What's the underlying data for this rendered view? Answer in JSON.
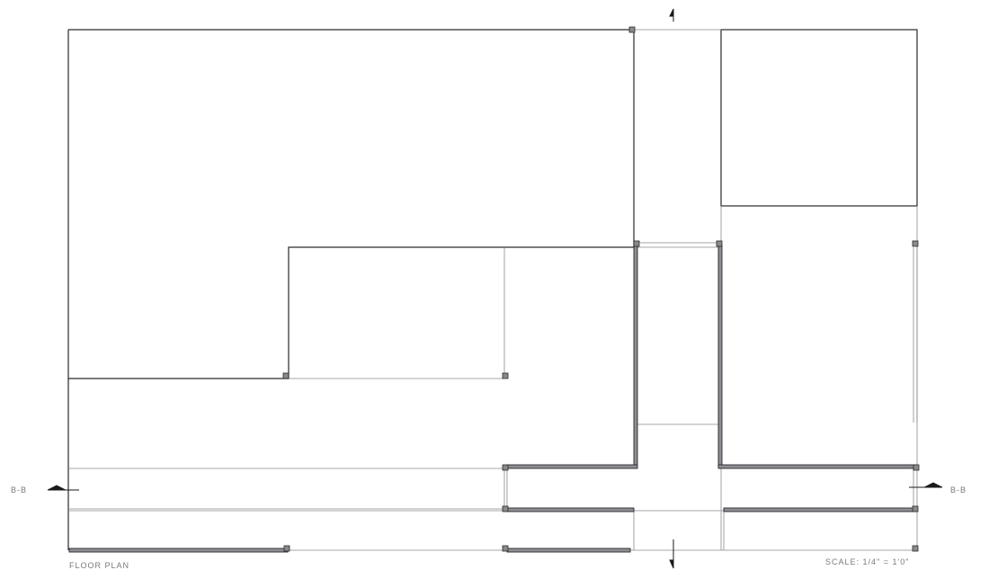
{
  "drawing": {
    "title": "FLOOR PLAN",
    "scale": "SCALE: 1/4\" = 1'0\"",
    "section_marker_left": "B-B",
    "section_marker_right": "B-B"
  },
  "colors": {
    "background": "#ffffff",
    "outline": "#2a2a2a",
    "thin_line": "#8a8a8a",
    "wall_fill": "#8e8e96",
    "column_fill": "#8a8a8a",
    "label_text": "#7a7a7a"
  }
}
